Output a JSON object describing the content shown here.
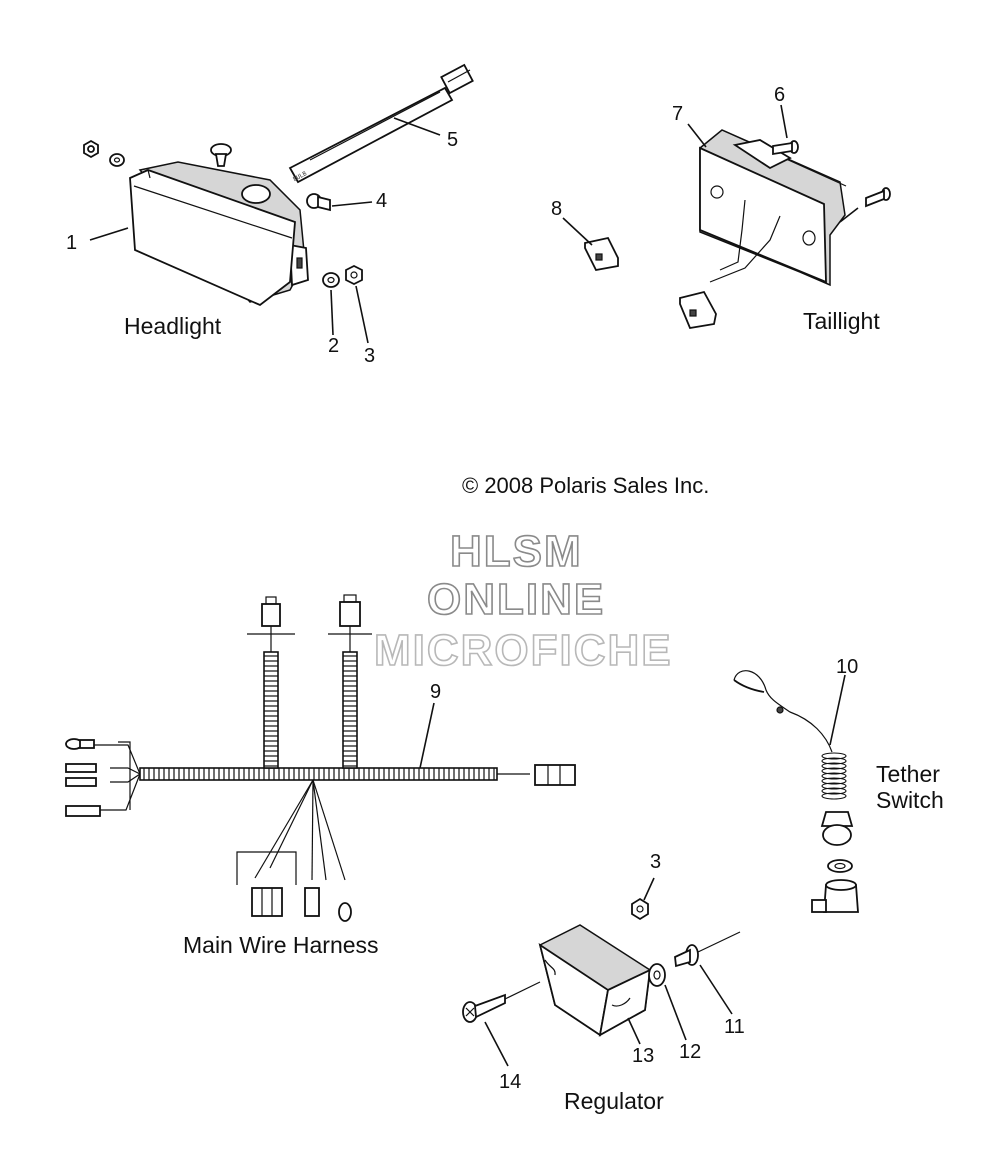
{
  "copyright": "© 2008 Polaris Sales Inc.",
  "watermark": {
    "line1": "HLSM",
    "line2": "ONLINE",
    "line3": "MICROFICHE"
  },
  "assemblies": {
    "headlight": "Headlight",
    "taillight": "Taillight",
    "tether_switch_line1": "Tether",
    "tether_switch_line2": "Switch",
    "main_wire_harness": "Main Wire Harness",
    "regulator": "Regulator"
  },
  "bulb_text": "BULB",
  "callouts": [
    {
      "id": "c1",
      "text": "1"
    },
    {
      "id": "c2",
      "text": "2"
    },
    {
      "id": "c3a",
      "text": "3"
    },
    {
      "id": "c4",
      "text": "4"
    },
    {
      "id": "c5",
      "text": "5"
    },
    {
      "id": "c6",
      "text": "6"
    },
    {
      "id": "c7",
      "text": "7"
    },
    {
      "id": "c8",
      "text": "8"
    },
    {
      "id": "c9",
      "text": "9"
    },
    {
      "id": "c10",
      "text": "10"
    },
    {
      "id": "c3b",
      "text": "3"
    },
    {
      "id": "c11",
      "text": "11"
    },
    {
      "id": "c12",
      "text": "12"
    },
    {
      "id": "c13",
      "text": "13"
    },
    {
      "id": "c14",
      "text": "14"
    }
  ]
}
